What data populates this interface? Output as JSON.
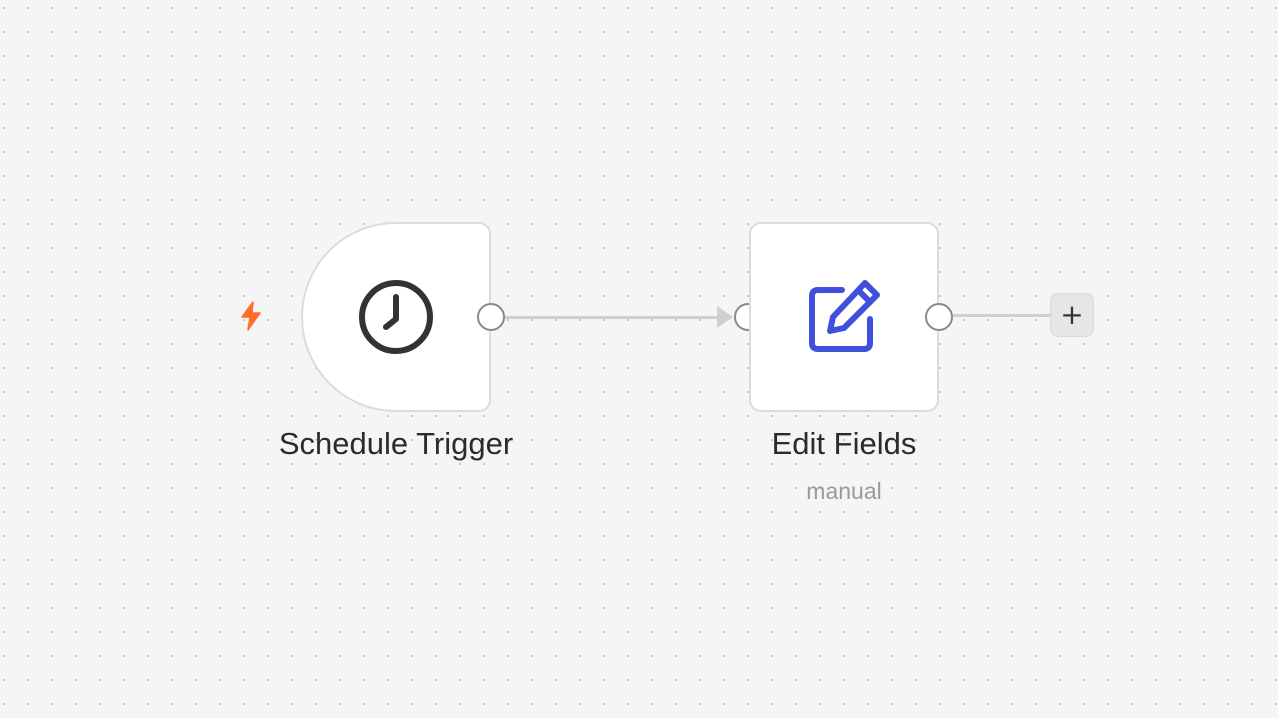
{
  "workflow": {
    "nodes": [
      {
        "id": "schedule-trigger",
        "label": "Schedule Trigger",
        "icon": "clock-icon"
      },
      {
        "id": "edit-fields",
        "label": "Edit Fields",
        "subtitle": "manual",
        "icon": "edit-pencil-icon"
      }
    ],
    "trigger_indicator_icon": "lightning-bolt-icon",
    "add_node_icon": "plus-icon",
    "add_node_symbol": "+"
  },
  "colors": {
    "canvas_background": "#f5f5f5",
    "trigger_bolt": "#ff6d2d",
    "edit_icon": "#4050dd",
    "clock_icon": "#333333",
    "connector": "#cfcfcf"
  }
}
